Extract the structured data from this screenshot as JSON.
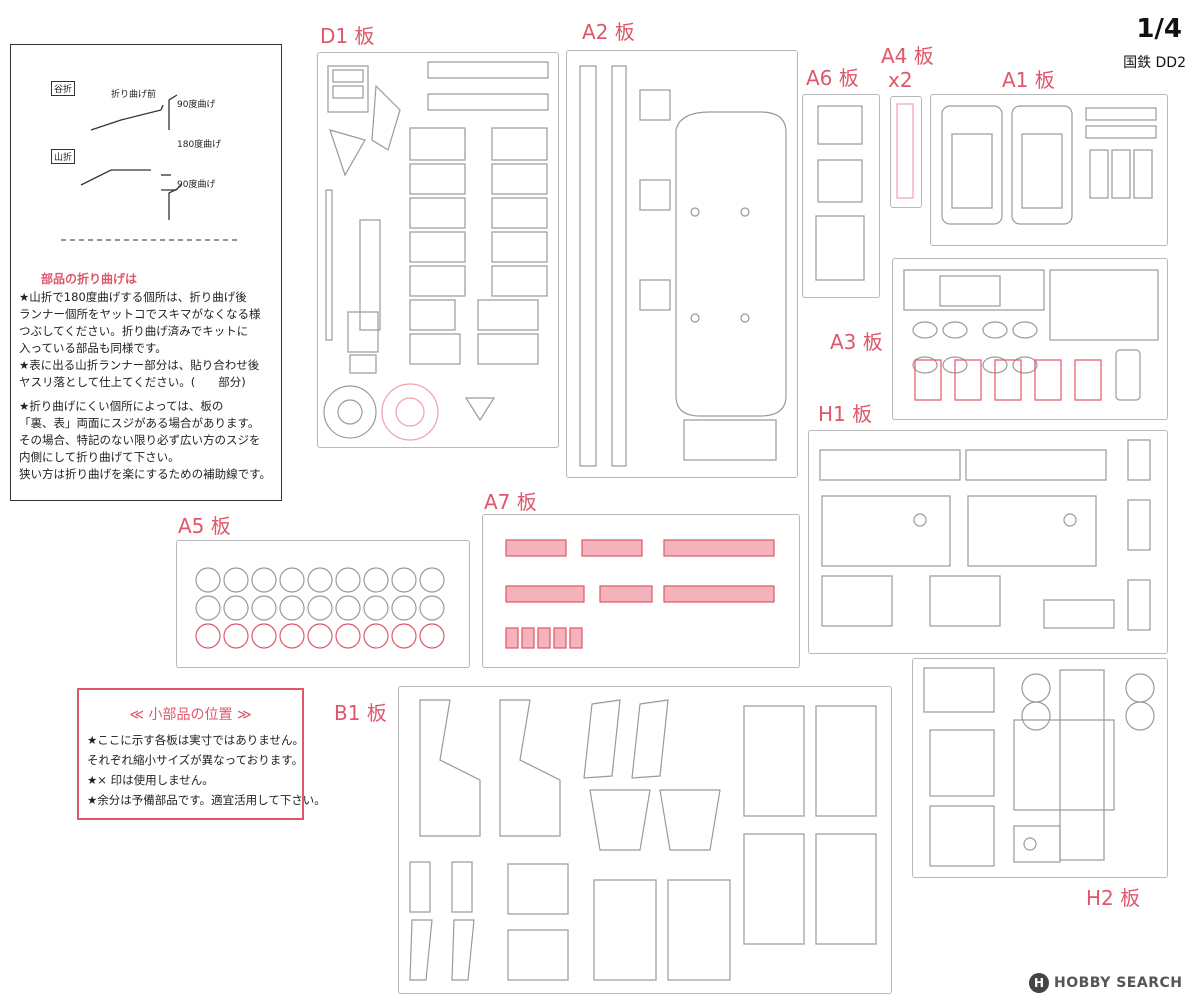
{
  "header": {
    "page_number": "1/4",
    "model_name": "国鉄 DD2"
  },
  "sheet_labels": {
    "d1": "D1 板",
    "a2": "A2 板",
    "a6": "A6 板",
    "a4": "A4 板",
    "a4_qty": "x2",
    "a1": "A1 板",
    "a3": "A3 板",
    "h1": "H1 板",
    "a5": "A5 板",
    "a7": "A7 板",
    "b1": "B1 板",
    "h2": "H2 板"
  },
  "legend": {
    "valley_fold": "谷折",
    "mountain_fold": "山折",
    "before_fold": "折り曲げ前",
    "bend_90": "90度曲げ",
    "bend_180": "180度曲げ",
    "bend_90_b": "90度曲げ",
    "title": "部品の折り曲げは",
    "lines": [
      "★山折で180度曲げする個所は、折り曲げ後",
      "ランナー個所をヤットコでスキマがなくなる様",
      "つぶしてください。折り曲げ済みでキットに",
      "入っている部品も同様です。",
      "★表に出る山折ランナー部分は、貼り合わせ後",
      "ヤスリ落として仕上てください。(　　部分)",
      "",
      "★折り曲げにくい個所によっては、板の",
      "「裏、表」両面にスジがある場合があります。",
      "その場合、特記のない限り必ず広い方のスジを",
      "内側にして折り曲げて下さい。",
      "狭い方は折り曲げを楽にするための補助線です。"
    ]
  },
  "notes": {
    "title": "≪ 小部品の位置 ≫",
    "lines": [
      "★ここに示す各板は実寸ではありません。",
      "それぞれ縮小サイズが異なっております。",
      "★× 印は使用しません。",
      "★余分は予備部品です。適宜活用して下さい。"
    ]
  },
  "watermark": {
    "logo": "H",
    "text": "HOBBY SEARCH"
  },
  "colors": {
    "accent_red": "#e0566a",
    "part_line": "#9a9a9a",
    "etch_pink": "#f2a0ab"
  }
}
